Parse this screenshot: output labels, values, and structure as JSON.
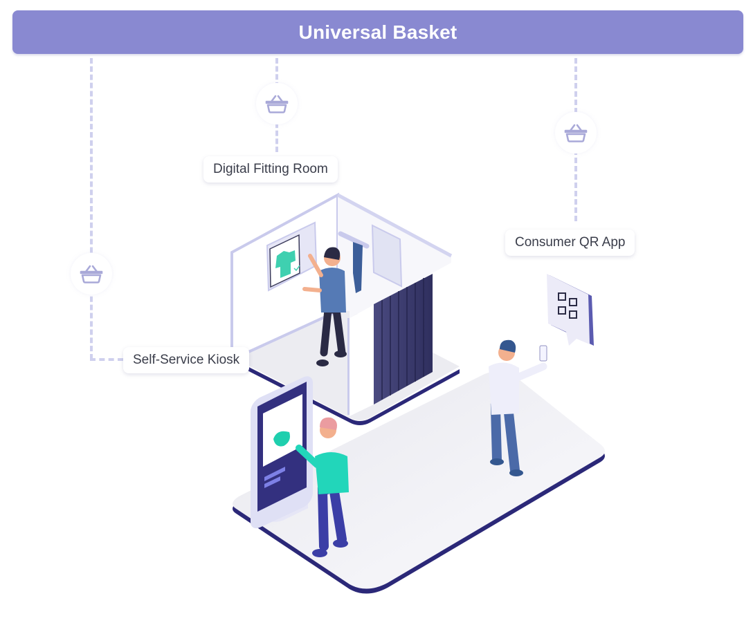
{
  "banner": {
    "title": "Universal Basket"
  },
  "channels": [
    {
      "label": "Digital Fitting Room",
      "icon": "basket-icon"
    },
    {
      "label": "Consumer QR App",
      "icon": "basket-icon"
    },
    {
      "label": "Self-Service Kiosk",
      "icon": "basket-icon"
    }
  ],
  "colors": {
    "banner": "#8989d1",
    "connector": "#cfd0ee",
    "basket_icon": "#a9a9d8",
    "platform_edge": "#2b2878",
    "accent_teal": "#1fd6b8",
    "label_text": "#3a3d4a"
  }
}
